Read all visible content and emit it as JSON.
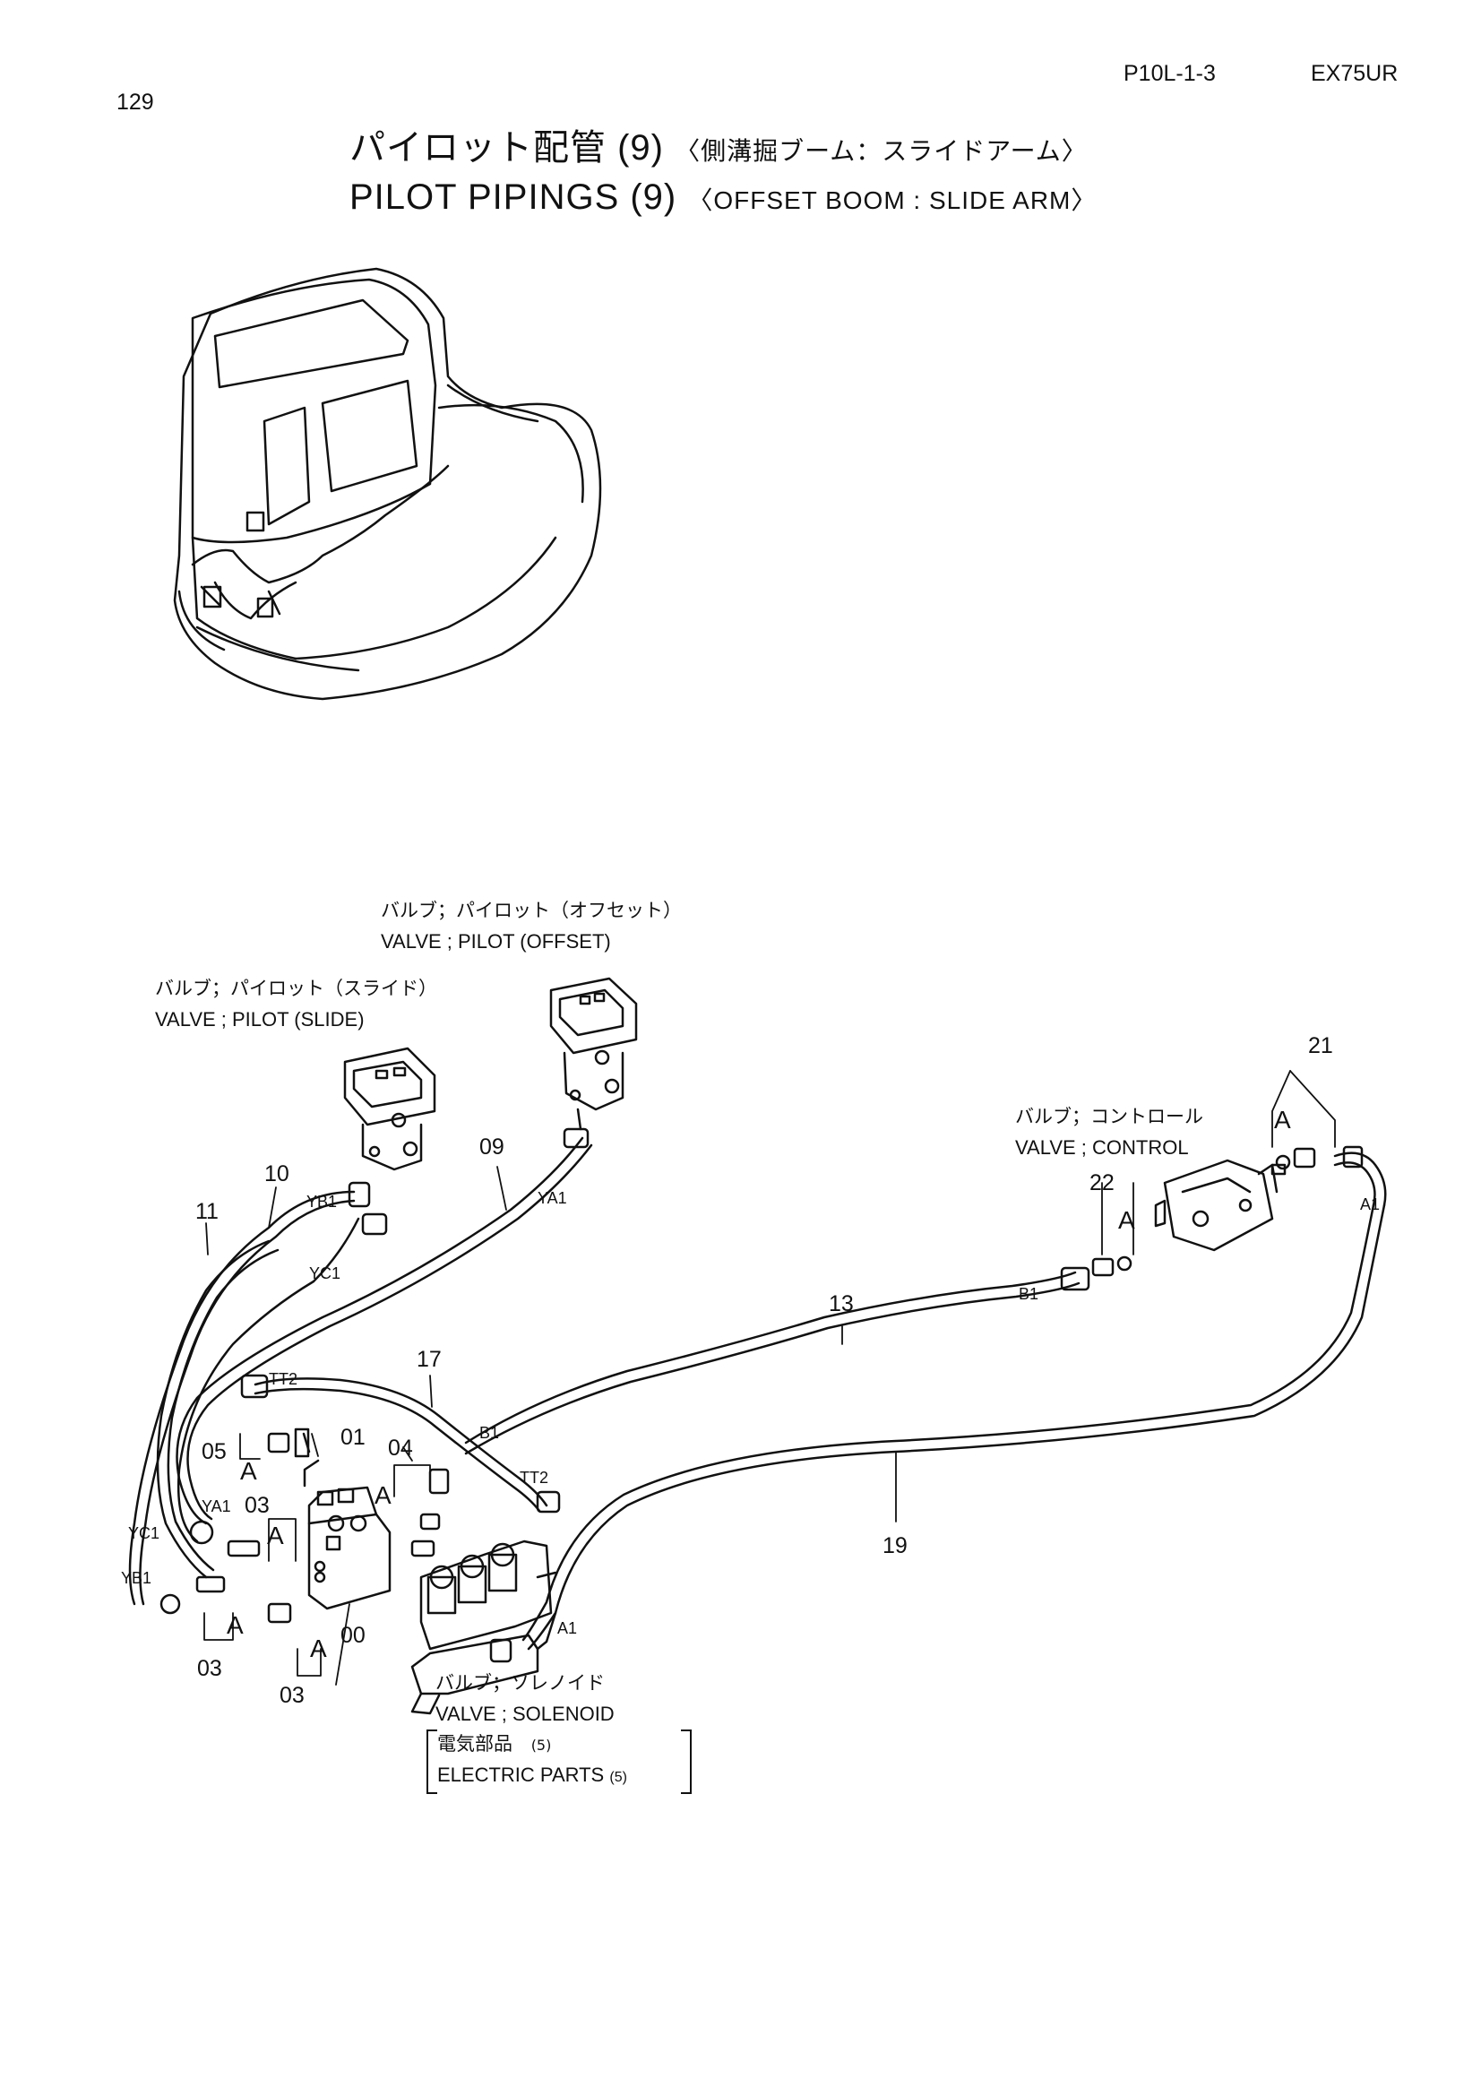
{
  "header": {
    "page_number": "129",
    "page_code": "P10L-1-3",
    "model": "EX75UR"
  },
  "title": {
    "jp_main": "パイロット配管 (9)",
    "jp_sub": "〈側溝掘ブーム：スライドアーム〉",
    "en_main": "PILOT PIPINGS (9)",
    "en_sub": "〈OFFSET BOOM : SLIDE ARM〉"
  },
  "components": {
    "valve_pilot_offset": {
      "jp": "バルブ；パイロット（オフセット）",
      "en": "VALVE ; PILOT (OFFSET)"
    },
    "valve_pilot_slide": {
      "jp": "バルブ；パイロット（スライド）",
      "en": "VALVE ; PILOT (SLIDE)"
    },
    "valve_control": {
      "jp": "バルブ；コントロール",
      "en": "VALVE ; CONTROL"
    },
    "valve_solenoid": {
      "jp": "バルブ；ソレノイド",
      "en": "VALVE ; SOLENOID"
    },
    "electric_parts": {
      "jp": "電気部品",
      "jp_ref": "(5)",
      "en": "ELECTRIC  PARTS",
      "en_ref": "(5)"
    }
  },
  "part_numbers": {
    "p00": "00",
    "p01": "01",
    "p03a": "03",
    "p03b": "03",
    "p03c": "03",
    "p04": "04",
    "p05": "05",
    "p09": "09",
    "p10": "10",
    "p11": "11",
    "p13": "13",
    "p17": "17",
    "p19": "19",
    "p21": "21",
    "p22": "22"
  },
  "ports": {
    "yb1_top": "YB1",
    "yc1_top": "YC1",
    "ya1_top": "YA1",
    "tt2_left": "TT2",
    "tt2_right": "TT2",
    "b1_mid": "B1",
    "b1_right": "B1",
    "a1_right": "A1",
    "a1_bottom": "A1",
    "ya1_left": "YA1",
    "yc1_left": "YC1",
    "yb1_left": "YB1"
  },
  "refs": {
    "a_control": "A",
    "a_22": "A",
    "a_05": "A",
    "a_04": "A",
    "a_03a": "A",
    "a_03b": "A",
    "a_03c": "A"
  }
}
